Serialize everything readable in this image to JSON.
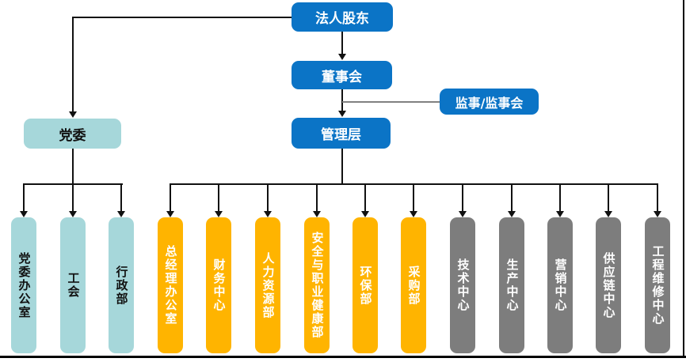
{
  "org_chart": {
    "nodes": {
      "shareholder": "法人股东",
      "board": "董事会",
      "supervisors": "监事/监事会",
      "management": "管理层",
      "party": "党委"
    },
    "departments": [
      {
        "label": "党委办公室",
        "group": "party"
      },
      {
        "label": "工会",
        "group": "party"
      },
      {
        "label": "行政部",
        "group": "party"
      },
      {
        "label": "总经理办公室",
        "group": "management-orange"
      },
      {
        "label": "财务中心",
        "group": "management-orange"
      },
      {
        "label": "人力资源部",
        "group": "management-orange"
      },
      {
        "label": "安全与职业健康部",
        "group": "management-orange"
      },
      {
        "label": "环保部",
        "group": "management-orange"
      },
      {
        "label": "采购部",
        "group": "management-orange"
      },
      {
        "label": "技术中心",
        "group": "management-gray"
      },
      {
        "label": "生产中心",
        "group": "management-gray"
      },
      {
        "label": "营销中心",
        "group": "management-gray"
      },
      {
        "label": "供应链中心",
        "group": "management-gray"
      },
      {
        "label": "工程维修中心",
        "group": "management-gray"
      }
    ],
    "colors": {
      "blue": "#0B74C6",
      "teal": "#A6D7DA",
      "orange": "#FFB400",
      "gray": "#7D7D7D",
      "line": "#111111",
      "supervisor_line": "#808080"
    }
  }
}
